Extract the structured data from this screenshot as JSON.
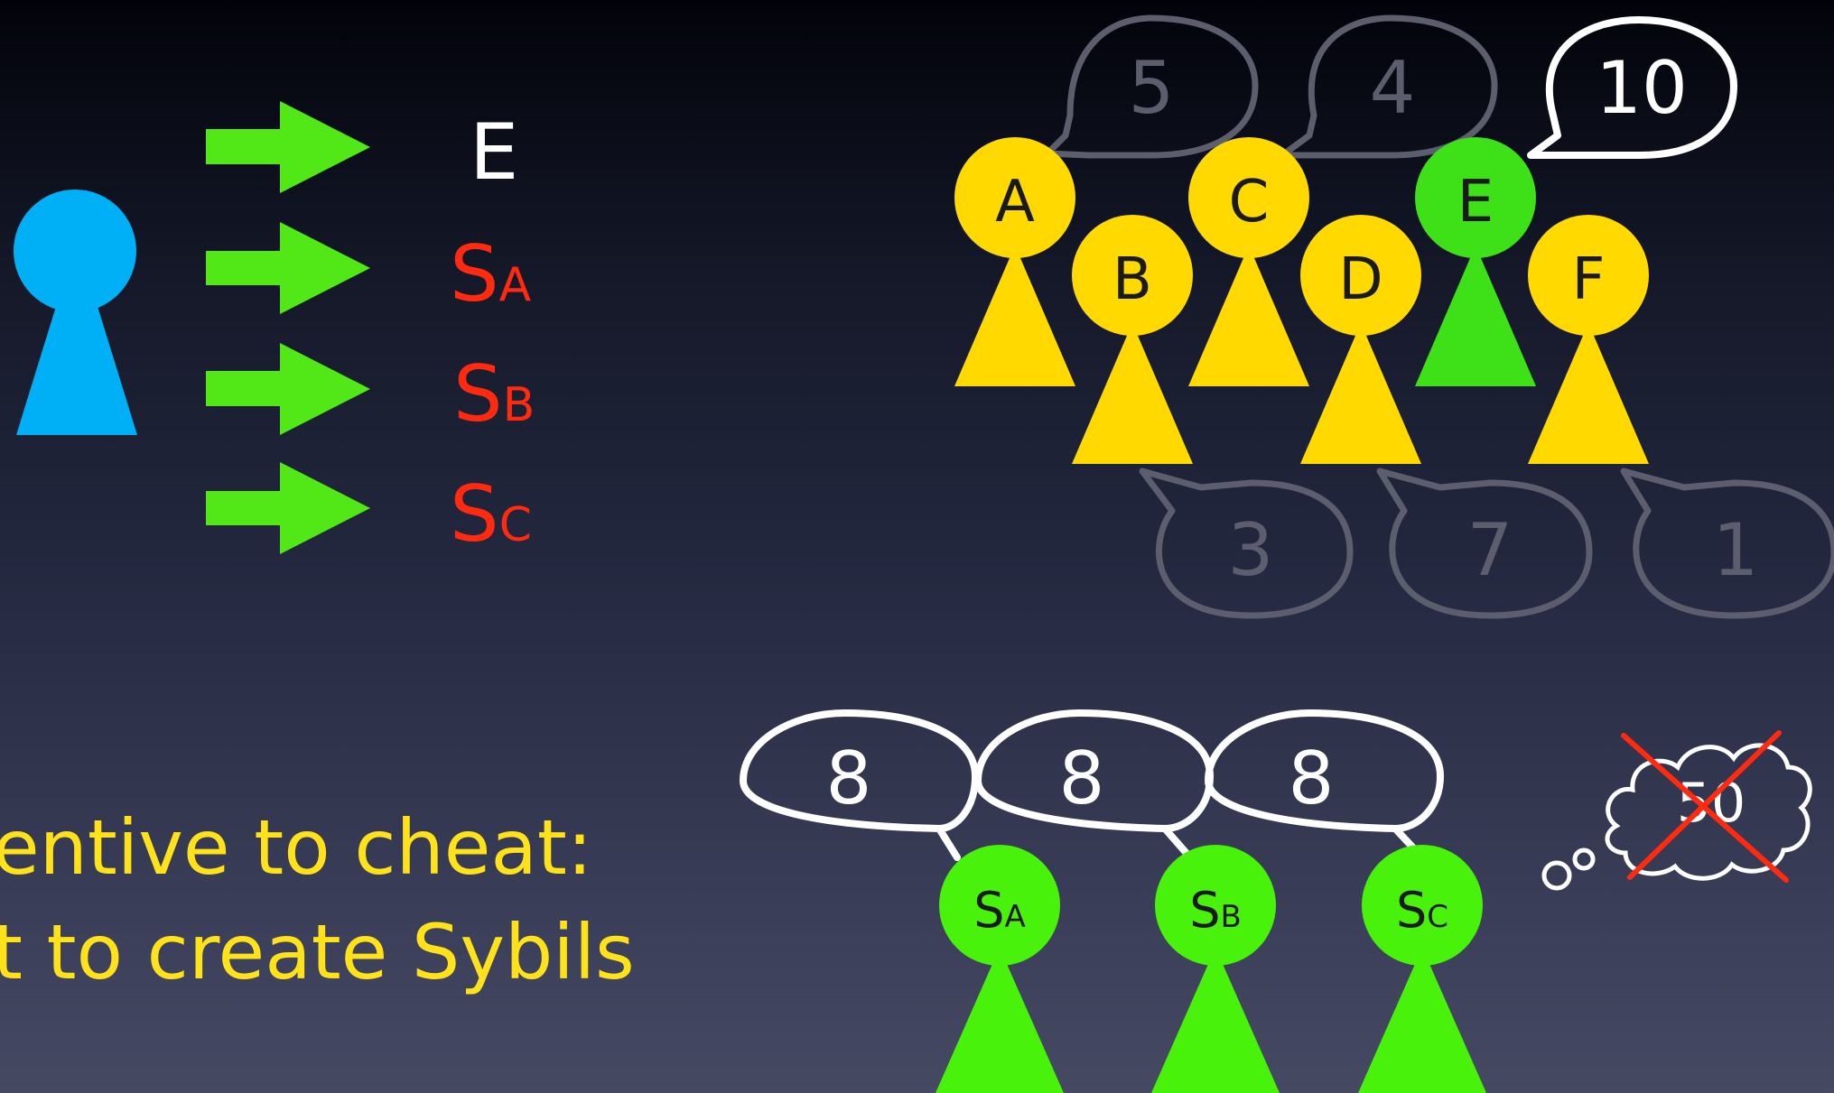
{
  "left": {
    "targets": [
      {
        "main": "E",
        "sub": ""
      },
      {
        "main": "S",
        "sub": "A"
      },
      {
        "main": "S",
        "sub": "B"
      },
      {
        "main": "S",
        "sub": "C"
      }
    ],
    "caption": {
      "line1": "entive to cheat:",
      "line2": "t to create Sybils"
    }
  },
  "top_group": {
    "people": [
      {
        "label": "A",
        "color": "#ffd900"
      },
      {
        "label": "B",
        "color": "#ffd900"
      },
      {
        "label": "C",
        "color": "#ffd900"
      },
      {
        "label": "D",
        "color": "#ffd900"
      },
      {
        "label": "E",
        "color": "#3ee018"
      },
      {
        "label": "F",
        "color": "#ffd900"
      }
    ],
    "bubbles": [
      "5",
      "4",
      "10",
      "3",
      "7",
      "1"
    ]
  },
  "sybil_group": {
    "people": [
      {
        "main": "S",
        "sub": "A"
      },
      {
        "main": "S",
        "sub": "B"
      },
      {
        "main": "S",
        "sub": "C"
      }
    ],
    "bubbles": [
      "8",
      "8",
      "8"
    ],
    "thought_value": "50"
  },
  "colors": {
    "user": "#00b0f7",
    "arrow": "#52e817",
    "yellow": "#ffd900",
    "green": "#3ee018",
    "sybil": "#49f20a",
    "red": "#ff2a10",
    "caption": "#ffe21a",
    "faded": "#5c5e6e"
  }
}
